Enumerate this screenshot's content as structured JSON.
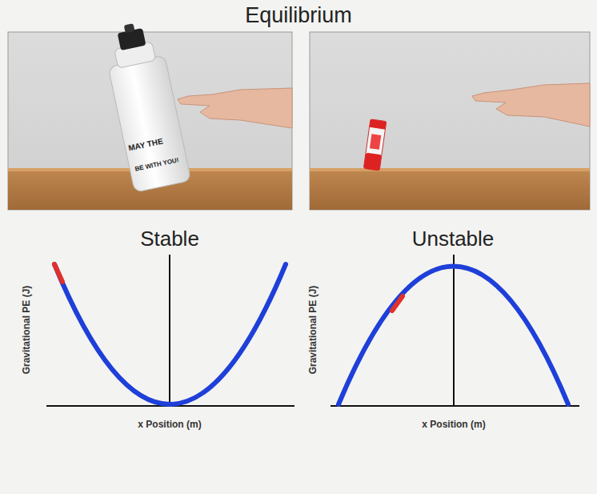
{
  "diagram": {
    "title": "Equilibrium",
    "labels": [
      "Stable",
      "Unstable",
      "Gravitational PE (J)",
      "x Position (m)",
      "Gravitational PE (J)",
      "x Position (m)",
      "MAY THE",
      "BE WITH YOU!"
    ]
  }
}
